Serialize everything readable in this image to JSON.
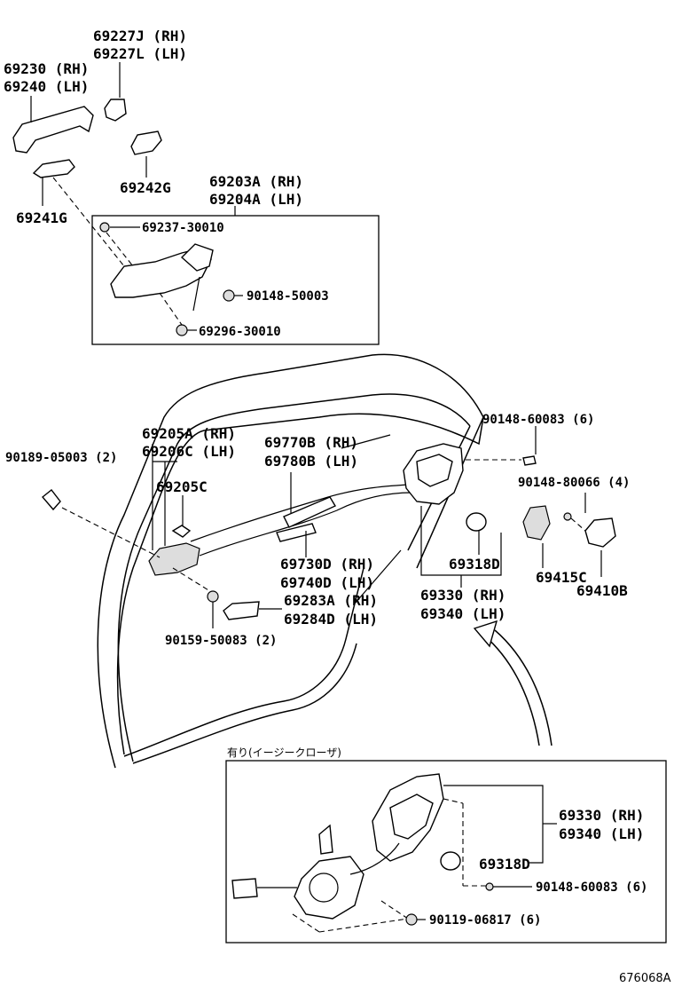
{
  "labels": {
    "p69227_rh": "69227J (RH)",
    "p69227_lh": "69227L (LH)",
    "p69230_rh": "69230 (RH)",
    "p69240_lh": "69240 (LH)",
    "p69242": "69242G",
    "p69241": "69241G",
    "p69203_rh": "69203A (RH)",
    "p69204_lh": "69204A (LH)",
    "p69237": "69237-30010",
    "p90148_50003": "90148-50003",
    "p69296": "69296-30010",
    "p69205_rh": "69205A (RH)",
    "p69206_lh": "69206C (LH)",
    "p69205c": "69205C",
    "p90189": "90189-05003 (2)",
    "p69770_rh": "69770B (RH)",
    "p69780_lh": "69780B (LH)",
    "p90148_60083_top": "90148-60083 (6)",
    "p90148_80066": "90148-80066 (4)",
    "p69730_rh": "69730D (RH)",
    "p69740_lh": "69740D (LH)",
    "p69318_top": "69318D",
    "p69415": "69415C",
    "p69410": "69410B",
    "p69283_rh": "69283A (RH)",
    "p69284_lh": "69284D (LH)",
    "p69330_top_rh": "69330 (RH)",
    "p69340_top_lh": "69340 (LH)",
    "p90159": "90159-50083 (2)",
    "inset_note": "有り(イージークローザ)",
    "p69330_inset_rh": "69330 (RH)",
    "p69340_inset_lh": "69340 (LH)",
    "p69318_inset": "69318D",
    "p90148_60083_inset": "90148-60083 (6)",
    "p90119": "90119-06817 (6)"
  },
  "reference_code": "676068A"
}
